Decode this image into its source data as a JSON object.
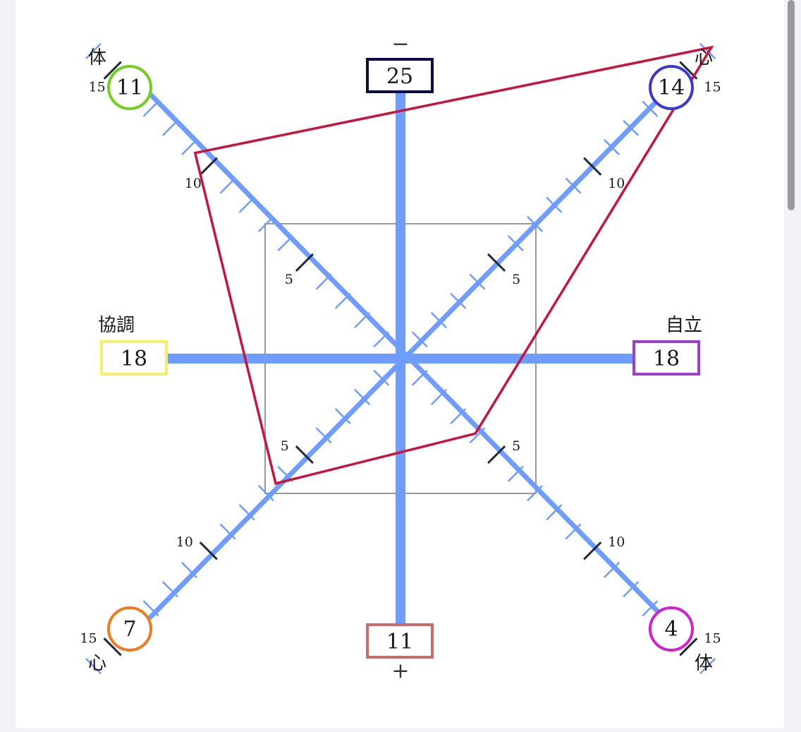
{
  "axes": {
    "top": {
      "sign": "−",
      "value": "25",
      "color": "#0b0b45"
    },
    "bottom": {
      "sign": "+",
      "value": "11",
      "color": "#cc6a6a"
    },
    "left": {
      "label": "協調",
      "value": "18",
      "color": "#f5f06a"
    },
    "right": {
      "label": "自立",
      "value": "18",
      "color": "#9b3fd0"
    }
  },
  "circles": {
    "upper_left": {
      "label": "体",
      "value": "11",
      "color": "#6fd020"
    },
    "upper_right": {
      "label": "心",
      "value": "14",
      "color": "#3a3ad0"
    },
    "lower_left": {
      "label": "心",
      "value": "7",
      "color": "#f07a20"
    },
    "lower_right": {
      "label": "体",
      "value": "4",
      "color": "#d020d0"
    }
  },
  "ticks": {
    "major": [
      {
        "value": 5,
        "label": "5"
      },
      {
        "value": 10,
        "label": "10"
      },
      {
        "value": 15,
        "label": "15"
      }
    ],
    "minor_count": 16
  },
  "profile": {
    "color": "#c8143c",
    "upper_left": 10.7,
    "upper_right": 16.2,
    "lower_right": 3.9,
    "lower_left": 6.5
  },
  "colors": {
    "axis": "#6e9cff",
    "tick_major": "#1f2a3a",
    "box": "#999999"
  }
}
